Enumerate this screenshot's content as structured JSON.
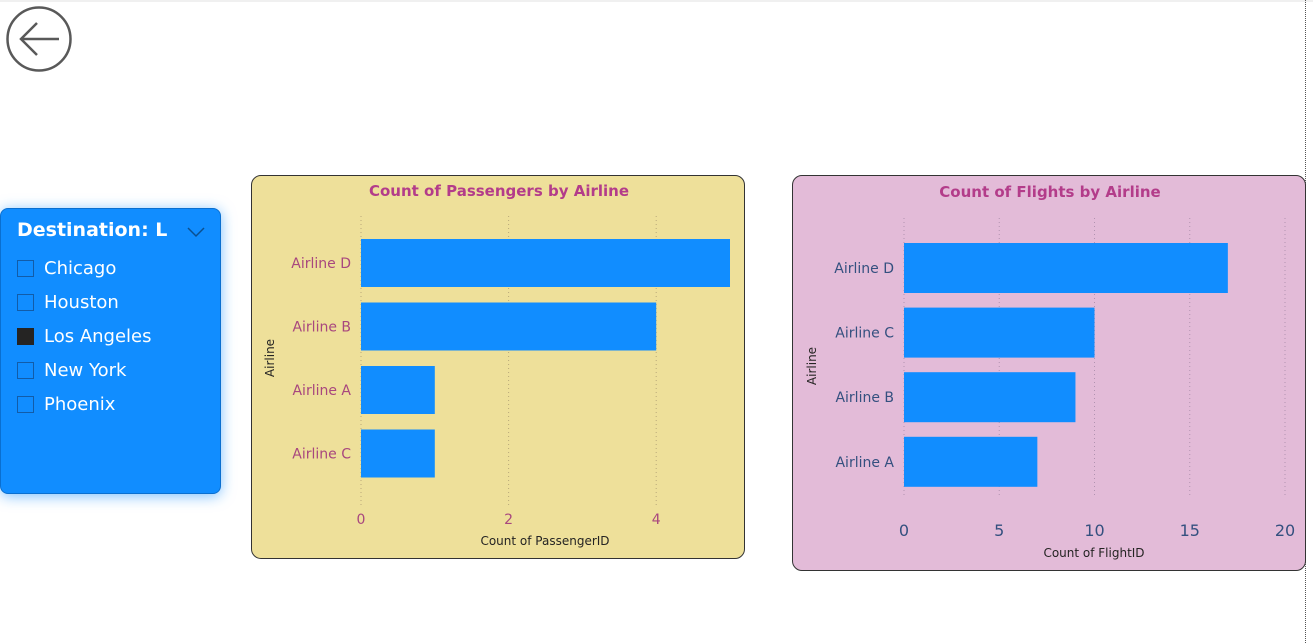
{
  "colors": {
    "bar": "#118DFF",
    "slicer_bg": "#118DFF",
    "card1_bg": "#EEE09A",
    "card2_bg": "#E3BBD8",
    "title": "#B33C8A",
    "card1_text": "#A8477E",
    "card2_text": "#34507F",
    "axis_title": "#252423"
  },
  "back_button": {
    "icon": "arrow-left-icon"
  },
  "slicer": {
    "title": "Destination: Los Angeles",
    "chevron_icon": "chevron-down-icon",
    "items": [
      {
        "label": "Chicago",
        "checked": false
      },
      {
        "label": "Houston",
        "checked": false
      },
      {
        "label": "Los Angeles",
        "checked": true
      },
      {
        "label": "New York",
        "checked": false
      },
      {
        "label": "Phoenix",
        "checked": false
      }
    ]
  },
  "chart_data": [
    {
      "type": "bar",
      "orientation": "horizontal",
      "title": "Count of Passengers by Airline",
      "xlabel": "Count of PassengerID",
      "ylabel": "Airline",
      "categories": [
        "Airline D",
        "Airline B",
        "Airline A",
        "Airline C"
      ],
      "values": [
        5,
        4,
        1,
        1
      ],
      "xlim": [
        0,
        5
      ],
      "xticks": [
        0,
        2,
        4
      ],
      "grid": true
    },
    {
      "type": "bar",
      "orientation": "horizontal",
      "title": "Count of Flights by Airline",
      "xlabel": "Count of FlightID",
      "ylabel": "Airline",
      "categories": [
        "Airline D",
        "Airline C",
        "Airline B",
        "Airline A"
      ],
      "values": [
        17,
        10,
        9,
        7
      ],
      "xlim": [
        0,
        20
      ],
      "xticks": [
        0,
        5,
        10,
        15,
        20
      ],
      "grid": true
    }
  ]
}
